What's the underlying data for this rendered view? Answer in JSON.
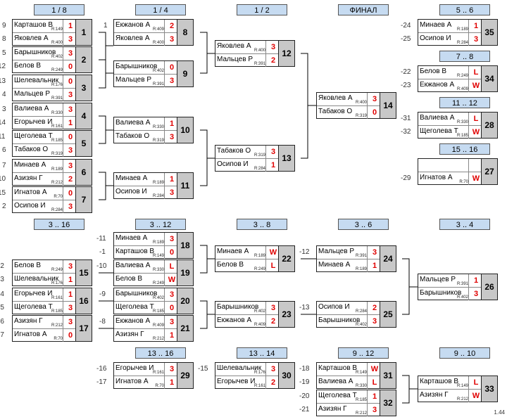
{
  "headers": [
    "1 / 8",
    "1 / 4",
    "1 / 2",
    "ФИНАЛ",
    "5 .. 6",
    "7 .. 8",
    "11 .. 12",
    "15 .. 16",
    "3 .. 16",
    "3 .. 12",
    "3 .. 8",
    "3 .. 6",
    "3 .. 4",
    "13 .. 16",
    "13 .. 14",
    "9 .. 12",
    "9 .. 10"
  ],
  "matches": [
    {
      "num": "1",
      "p1": "Карташов В",
      "r1": "R:149",
      "s1": "1",
      "p2": "Яковлев А",
      "r2": "R:400",
      "s2": "3",
      "seed1": "9",
      "seed2": "8"
    },
    {
      "num": "2",
      "p1": "Барышников",
      "r1": "R:402",
      "s1": "3",
      "p2": "Белов В",
      "r2": "R:249",
      "s2": "0",
      "seed1": "5",
      "seed2": "12"
    },
    {
      "num": "3",
      "p1": "Шелевальник",
      "r1": "R:176",
      "s1": "0",
      "p2": "Мальцев Р",
      "r2": "R:391",
      "s2": "3",
      "seed1": "13",
      "seed2": "4"
    },
    {
      "num": "4",
      "p1": "Валиева А",
      "r1": "R:330",
      "s1": "3",
      "p2": "Егорычев И",
      "r2": "R:161",
      "s2": "1",
      "seed1": "3",
      "seed2": "14"
    },
    {
      "num": "5",
      "p1": "Щеголева Т",
      "r1": "R:185",
      "s1": "0",
      "p2": "Табаков О",
      "r2": "R:319",
      "s2": "3",
      "seed1": "11",
      "seed2": "6"
    },
    {
      "num": "6",
      "p1": "Минаев А",
      "r1": "R:189",
      "s1": "3",
      "p2": "Азизян Г",
      "r2": "R:212",
      "s2": "2",
      "seed1": "7",
      "seed2": "10"
    },
    {
      "num": "7",
      "p1": "Игнатов А",
      "r1": "R:70",
      "s1": "0",
      "p2": "Осипов И",
      "r2": "R:284",
      "s2": "3",
      "seed1": "15",
      "seed2": "2"
    },
    {
      "num": "8",
      "p1": "Екжанов А",
      "r1": "R:409",
      "s1": "2",
      "p2": "Яковлев А",
      "r2": "R:400",
      "s2": "3",
      "seed1": "1",
      "seed2": ""
    },
    {
      "num": "9",
      "p1": "Барышников",
      "r1": "R:402",
      "s1": "0",
      "p2": "Мальцев Р",
      "r2": "R:391",
      "s2": "3",
      "seed1": "",
      "seed2": ""
    },
    {
      "num": "10",
      "p1": "Валиева А",
      "r1": "R:330",
      "s1": "1",
      "p2": "Табаков О",
      "r2": "R:319",
      "s2": "3",
      "seed1": "",
      "seed2": ""
    },
    {
      "num": "11",
      "p1": "Минаев А",
      "r1": "R:189",
      "s1": "1",
      "p2": "Осипов И",
      "r2": "R:284",
      "s2": "3",
      "seed1": "",
      "seed2": ""
    },
    {
      "num": "12",
      "p1": "Яковлев А",
      "r1": "R:400",
      "s1": "3",
      "p2": "Мальцев Р",
      "r2": "R:391",
      "s2": "2",
      "seed1": "",
      "seed2": ""
    },
    {
      "num": "13",
      "p1": "Табаков О",
      "r1": "R:319",
      "s1": "3",
      "p2": "Осипов И",
      "r2": "R:284",
      "s2": "1",
      "seed1": "",
      "seed2": ""
    },
    {
      "num": "14",
      "p1": "Яковлев А",
      "r1": "R:400",
      "s1": "3",
      "p2": "Табаков О",
      "r2": "R:319",
      "s2": "0",
      "seed1": "",
      "seed2": ""
    },
    {
      "num": "35",
      "p1": "Минаев А",
      "r1": "R:189",
      "s1": "1",
      "p2": "Осипов И",
      "r2": "R:284",
      "s2": "3",
      "seed1": "-24",
      "seed2": "-25"
    },
    {
      "num": "34",
      "p1": "Белов В",
      "r1": "R:249",
      "s1": "L",
      "p2": "Екжанов А",
      "r2": "R:409",
      "s2": "W",
      "seed1": "-22",
      "seed2": "-23"
    },
    {
      "num": "28",
      "p1": "Валиева А",
      "r1": "R:330",
      "s1": "L",
      "p2": "Щеголева Т",
      "r2": "R:185",
      "s2": "W",
      "seed1": "-31",
      "seed2": "-32"
    },
    {
      "num": "27",
      "p1": "",
      "r1": "",
      "s1": "",
      "p2": "Игнатов А",
      "r2": "R:70",
      "s2": "W",
      "seed1": "",
      "seed2": "-29"
    },
    {
      "num": "15",
      "p1": "Белов В",
      "r1": "R:249",
      "s1": "3",
      "p2": "Шелевальник",
      "r2": "R:176",
      "s2": "1",
      "seed1": "-2",
      "seed2": "-3"
    },
    {
      "num": "16",
      "p1": "Егорычев И",
      "r1": "R:161",
      "s1": "1",
      "p2": "Щеголева Т",
      "r2": "R:185",
      "s2": "3",
      "seed1": "-4",
      "seed2": "-5"
    },
    {
      "num": "17",
      "p1": "Азизян Г",
      "r1": "R:212",
      "s1": "3",
      "p2": "Игнатов А",
      "r2": "R:70",
      "s2": "0",
      "seed1": "-6",
      "seed2": "-7"
    },
    {
      "num": "18",
      "p1": "Минаев А",
      "r1": "R:189",
      "s1": "3",
      "p2": "Карташов В",
      "r2": "R:149",
      "s2": "0",
      "seed1": "-11",
      "seed2": "-1"
    },
    {
      "num": "19",
      "p1": "Валиева А",
      "r1": "R:330",
      "s1": "L",
      "p2": "Белов В",
      "r2": "R:249",
      "s2": "W",
      "seed1": "-10",
      "seed2": ""
    },
    {
      "num": "20",
      "p1": "Барышников",
      "r1": "R:402",
      "s1": "3",
      "p2": "Щеголева Т",
      "r2": "R:185",
      "s2": "0",
      "seed1": "-9",
      "seed2": ""
    },
    {
      "num": "21",
      "p1": "Екжанов А",
      "r1": "R:409",
      "s1": "3",
      "p2": "Азизян Г",
      "r2": "R:212",
      "s2": "1",
      "seed1": "-8",
      "seed2": ""
    },
    {
      "num": "22",
      "p1": "Минаев А",
      "r1": "R:189",
      "s1": "W",
      "p2": "Белов В",
      "r2": "R:249",
      "s2": "L",
      "seed1": "",
      "seed2": ""
    },
    {
      "num": "23",
      "p1": "Барышников",
      "r1": "R:402",
      "s1": "3",
      "p2": "Екжанов А",
      "r2": "R:409",
      "s2": "2",
      "seed1": "",
      "seed2": ""
    },
    {
      "num": "24",
      "p1": "Мальцев Р",
      "r1": "R:391",
      "s1": "3",
      "p2": "Минаев А",
      "r2": "R:189",
      "s2": "1",
      "seed1": "-12",
      "seed2": ""
    },
    {
      "num": "25",
      "p1": "Осипов И",
      "r1": "R:284",
      "s1": "2",
      "p2": "Барышников",
      "r2": "R:402",
      "s2": "3",
      "seed1": "-13",
      "seed2": ""
    },
    {
      "num": "26",
      "p1": "Мальцев Р",
      "r1": "R:391",
      "s1": "1",
      "p2": "Барышников",
      "r2": "R:402",
      "s2": "3",
      "seed1": "",
      "seed2": ""
    },
    {
      "num": "29",
      "p1": "Егорычев И",
      "r1": "R:161",
      "s1": "3",
      "p2": "Игнатов А",
      "r2": "R:70",
      "s2": "1",
      "seed1": "-16",
      "seed2": "-17"
    },
    {
      "num": "30",
      "p1": "Шелевальник",
      "r1": "R:176",
      "s1": "3",
      "p2": "Егорычев И",
      "r2": "R:161",
      "s2": "2",
      "seed1": "-15",
      "seed2": ""
    },
    {
      "num": "31",
      "p1": "Карташов В",
      "r1": "R:149",
      "s1": "W",
      "p2": "Валиева А",
      "r2": "R:330",
      "s2": "L",
      "seed1": "-18",
      "seed2": "-19"
    },
    {
      "num": "32",
      "p1": "Щеголева Т",
      "r1": "R:185",
      "s1": "1",
      "p2": "Азизян Г",
      "r2": "R:212",
      "s2": "3",
      "seed1": "-20",
      "seed2": "-21"
    },
    {
      "num": "33",
      "p1": "Карташов В",
      "r1": "R:149",
      "s1": "L",
      "p2": "Азизян Г",
      "r2": "R:212",
      "s2": "W",
      "seed1": "",
      "seed2": ""
    }
  ],
  "version": "1.44"
}
